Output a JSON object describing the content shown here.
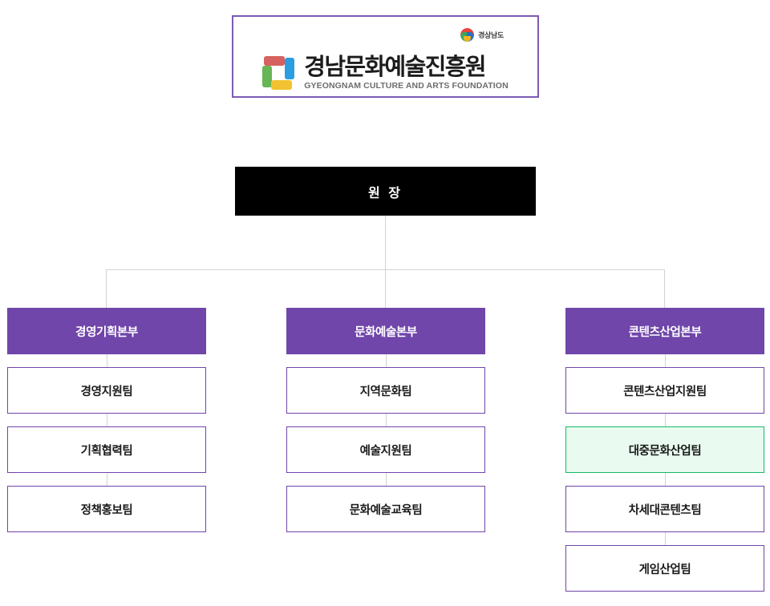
{
  "logo_card": {
    "province_badge": {
      "icon": "gyeongsangnam-do-emblem-icon",
      "label": "경상남도"
    },
    "organization_ko": "경남문화예술진흥원",
    "organization_en": "GYEONGNAM CULTURE AND ARTS FOUNDATION",
    "mark_colors": {
      "red": "#d7615e",
      "blue": "#2b9de0",
      "green": "#67b554",
      "yellow": "#f2c230"
    }
  },
  "director": {
    "label": "원 장"
  },
  "colors": {
    "department_header": "#7046aa",
    "box_border": "#7046aa",
    "highlight_border": "#18b869",
    "highlight_fill": "#e9fbf1",
    "connector_line": "#d3d3d3",
    "director_bar": "#000000",
    "card_border": "#7b5bb5"
  },
  "departments": [
    {
      "name": "경영기획본부",
      "teams": [
        {
          "name": "경영지원팀",
          "highlighted": false
        },
        {
          "name": "기획협력팀",
          "highlighted": false
        },
        {
          "name": "정책홍보팀",
          "highlighted": false
        }
      ]
    },
    {
      "name": "문화예술본부",
      "teams": [
        {
          "name": "지역문화팀",
          "highlighted": false
        },
        {
          "name": "예술지원팀",
          "highlighted": false
        },
        {
          "name": "문화예술교육팀",
          "highlighted": false
        }
      ]
    },
    {
      "name": "콘텐츠산업본부",
      "teams": [
        {
          "name": "콘텐츠산업지원팀",
          "highlighted": false
        },
        {
          "name": "대중문화산업팀",
          "highlighted": true
        },
        {
          "name": "차세대콘텐츠팀",
          "highlighted": false
        },
        {
          "name": "게임산업팀",
          "highlighted": false
        }
      ]
    }
  ]
}
